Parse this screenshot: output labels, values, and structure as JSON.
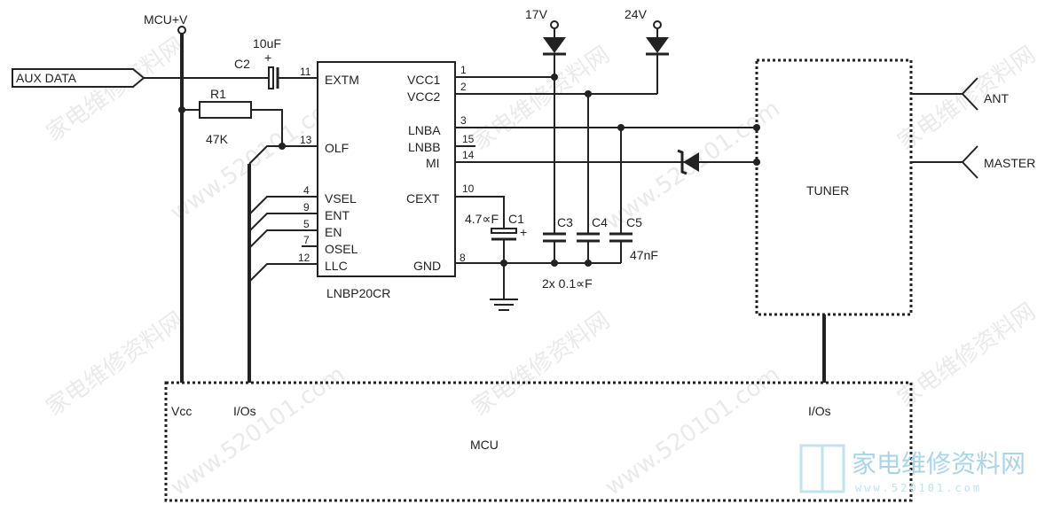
{
  "supplies": {
    "mcu_v": "MCU+V",
    "v17": "17V",
    "v24": "24V"
  },
  "aux": {
    "label": "AUX DATA"
  },
  "c2": {
    "name": "C2",
    "value": "10uF",
    "plus": "+"
  },
  "r1": {
    "name": "R1",
    "value": "47K"
  },
  "ic": {
    "name": "LNBP20CR",
    "left_pins": [
      {
        "num": "11",
        "label": "EXTM"
      },
      {
        "num": "13",
        "label": "OLF"
      },
      {
        "num": "4",
        "label": "VSEL"
      },
      {
        "num": "9",
        "label": "ENT"
      },
      {
        "num": "5",
        "label": "EN"
      },
      {
        "num": "7",
        "label": "OSEL"
      },
      {
        "num": "12",
        "label": "LLC"
      }
    ],
    "right_pins": [
      {
        "num": "1",
        "label": "VCC1"
      },
      {
        "num": "2",
        "label": "VCC2"
      },
      {
        "num": "3",
        "label": "LNBA"
      },
      {
        "num": "15",
        "label": "LNBB"
      },
      {
        "num": "14",
        "label": "MI"
      },
      {
        "num": "10",
        "label": "CEXT"
      },
      {
        "num": "8",
        "label": "GND"
      }
    ]
  },
  "c1": {
    "name": "C1",
    "value": "4.7∝F",
    "plus": "+"
  },
  "caps": {
    "c3": "C3",
    "c4": "C4",
    "c5": "C5",
    "c5_value": "47nF",
    "c34_value": "2x 0.1∝F"
  },
  "tuner": {
    "label": "TUNER",
    "ant": "ANT",
    "master": "MASTER"
  },
  "mcu": {
    "label": "MCU",
    "vcc": "Vcc",
    "ios_left": "I/Os",
    "ios_right": "I/Os"
  },
  "watermark": {
    "line1": "家电维修资料网",
    "line2": "www.520101.com",
    "logo_cn": "家电维修资料网",
    "logo_url": "www.520101.com"
  }
}
